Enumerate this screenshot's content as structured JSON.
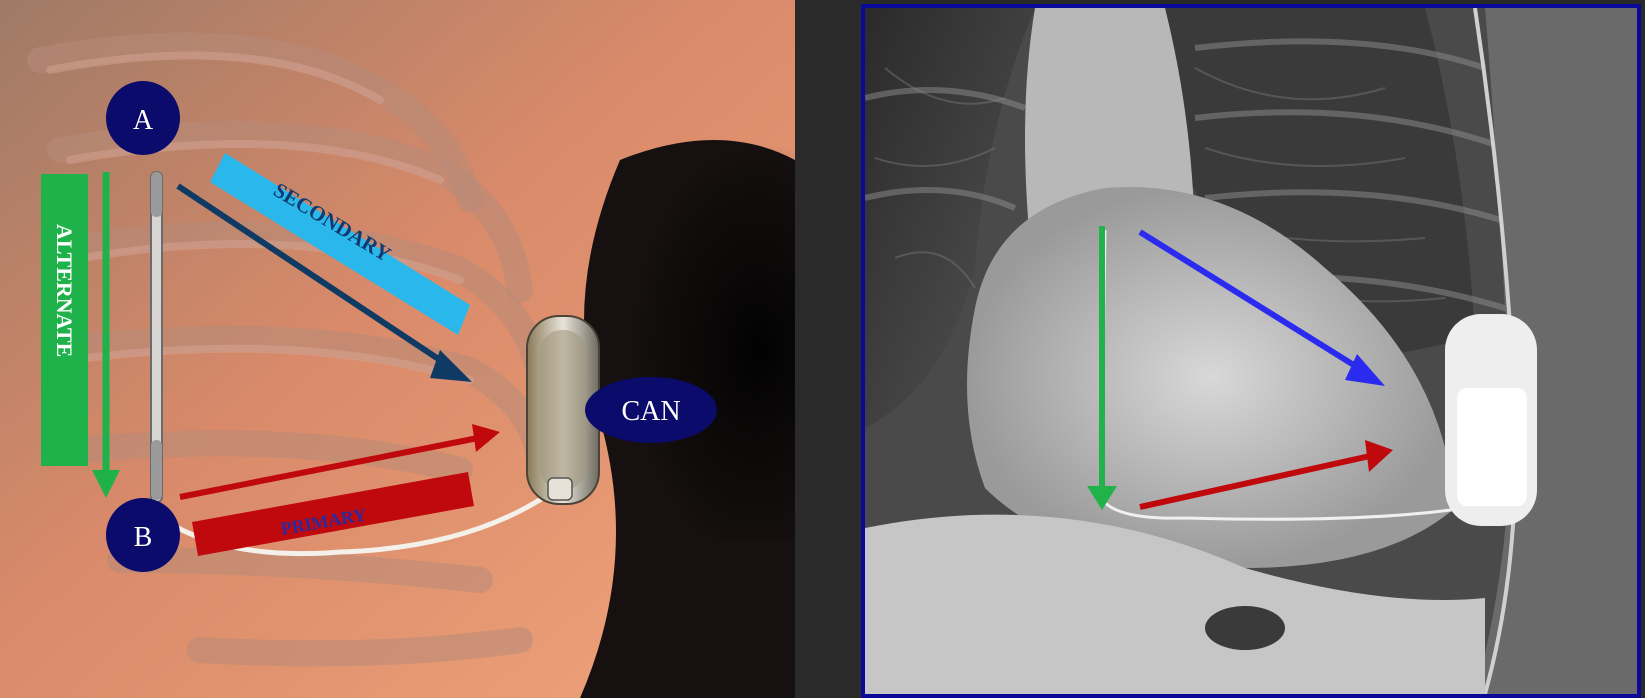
{
  "diagram": {
    "node_a": "A",
    "node_b": "B",
    "node_can": "CAN",
    "label_alternate": "ALTERNATE",
    "label_secondary": "SECONDARY",
    "label_primary": "PRIMARY"
  },
  "colors": {
    "alternate": "#1fb24a",
    "secondary_band": "#2ab8ec",
    "secondary_arrow": "#0f3a63",
    "primary": "#c0090c",
    "primary_text": "#2a2aa0",
    "node": "#0b0b6b",
    "xray_blue": "#2b2bf0",
    "xray_green": "#22b24a",
    "xray_red": "#c0090c",
    "frame": "#0a0a9a"
  }
}
